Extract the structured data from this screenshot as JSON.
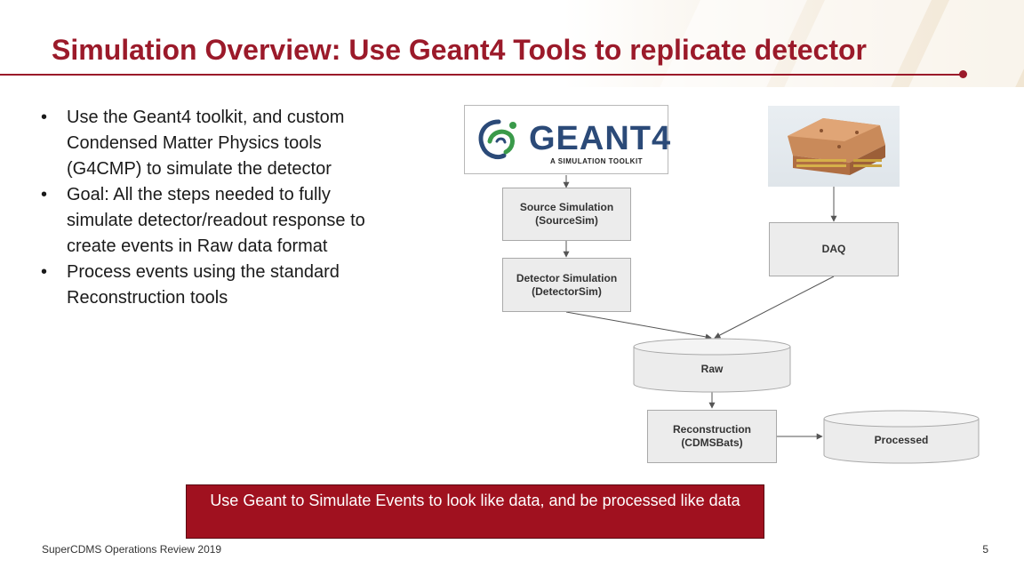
{
  "slide": {
    "title": "Simulation Overview: Use Geant4 Tools to replicate detector",
    "bullets": [
      "Use the Geant4 toolkit, and custom Condensed Matter Physics tools (G4CMP) to simulate the detector",
      "Goal: All the steps needed to fully simulate detector/readout response to create events in Raw data format",
      "Process events using the standard Reconstruction tools"
    ],
    "banner": "Use Geant to Simulate Events to look like data, and be processed like data",
    "footer": "SuperCDMS Operations Review 2019",
    "page_number": "5"
  },
  "logo": {
    "name": "GEANT4",
    "tagline": "A SIMULATION TOOLKIT"
  },
  "diagram": {
    "nodes": {
      "source_sim": [
        "Source Simulation",
        "(SourceSim)"
      ],
      "detector_sim": [
        "Detector Simulation",
        "(DetectorSim)"
      ],
      "daq": "DAQ",
      "raw": "Raw",
      "reconstruction": [
        "Reconstruction",
        "(CDMSBats)"
      ],
      "processed": "Processed"
    }
  },
  "colors": {
    "accent": "#9b1a2a",
    "banner": "#a0111f",
    "box_fill": "#ececec",
    "box_border": "#a9a9a9",
    "logo_blue": "#2b4a78",
    "logo_green": "#3a9a4a"
  }
}
